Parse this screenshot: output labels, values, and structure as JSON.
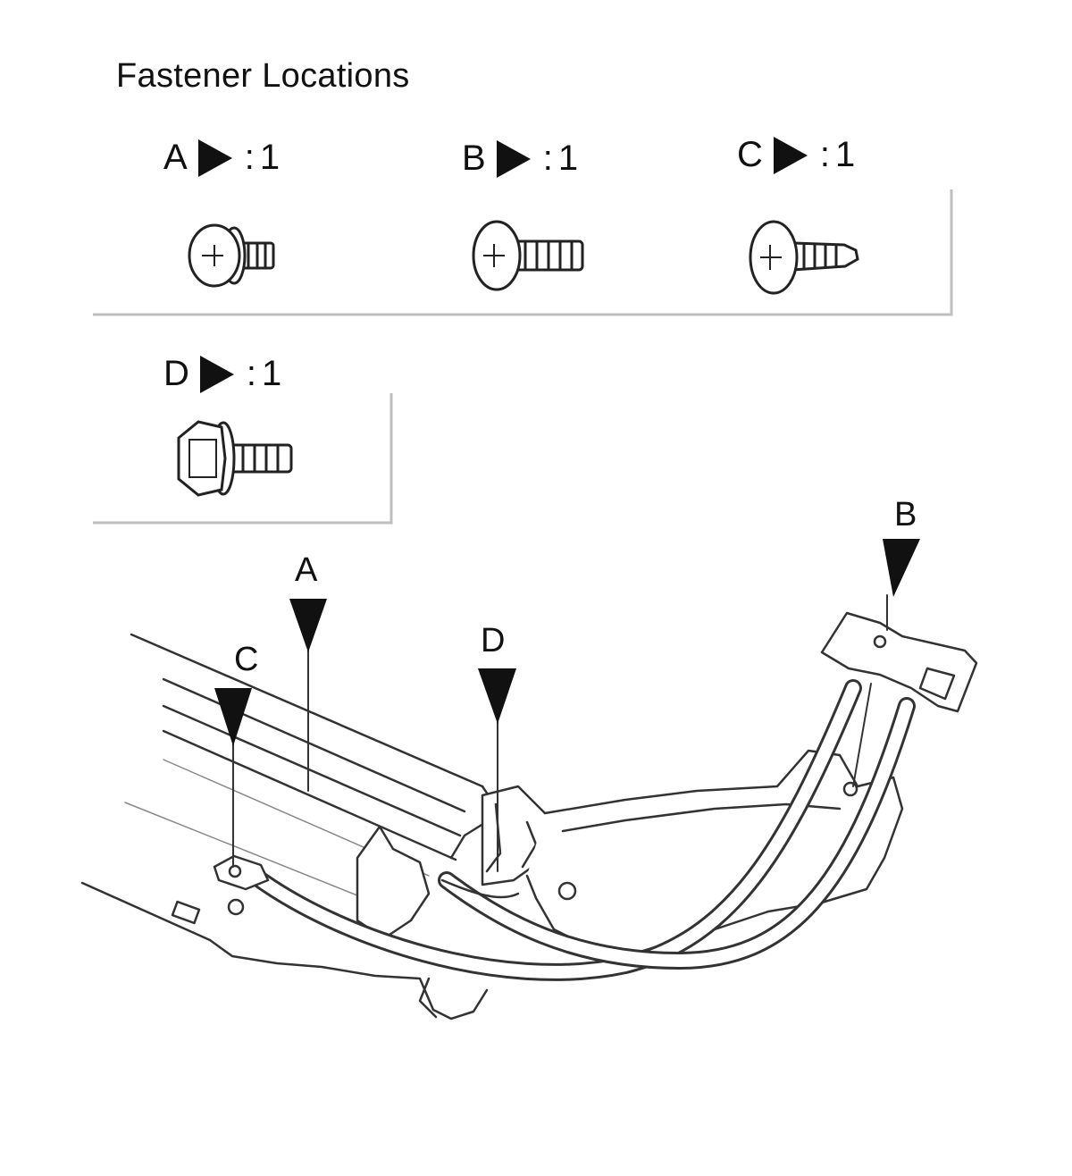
{
  "title": "Fastener Locations",
  "fasteners": [
    {
      "letter": "A",
      "separator": ":",
      "count": "1",
      "icon": "pan-washer-screw-icon"
    },
    {
      "letter": "B",
      "separator": ":",
      "count": "1",
      "icon": "pan-head-screw-icon"
    },
    {
      "letter": "C",
      "separator": ":",
      "count": "1",
      "icon": "tapping-screw-icon"
    },
    {
      "letter": "D",
      "separator": ":",
      "count": "1",
      "icon": "hex-flange-bolt-icon"
    }
  ],
  "callouts": {
    "A": "A",
    "B": "B",
    "C": "C",
    "D": "D"
  },
  "colors": {
    "ink": "#111111",
    "line": "#333333",
    "panel": "#bfbfbf"
  }
}
